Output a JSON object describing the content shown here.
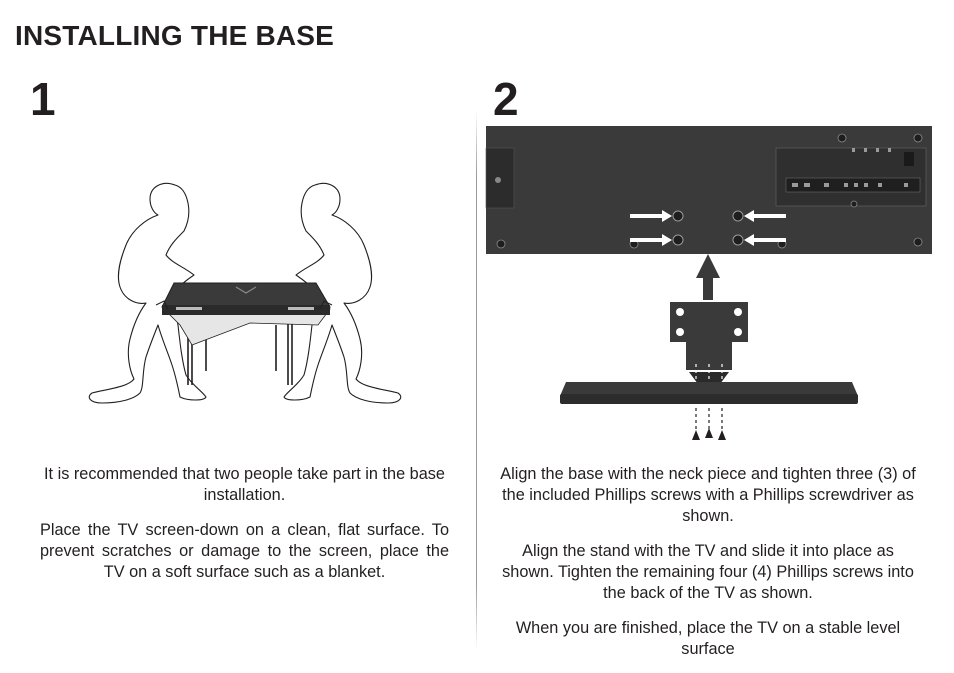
{
  "page": {
    "title": "INSTALLING THE BASE"
  },
  "step1": {
    "number": "1",
    "para1": "It is recommended that two people take part in the base installation.",
    "para2": "Place the TV screen-down on a clean, flat surface. To prevent scratches or damage to the screen, place the TV on a soft surface such as a blanket."
  },
  "step2": {
    "number": "2",
    "para1": "Align the base with the neck piece and tighten three (3) of the included Phillips screws with a Phillips screwdriver as shown.",
    "para2": "Align the stand with the TV and slide it into place as shown. Tighten the remaining four (4) Phillips screws into the back of the TV as shown.",
    "para3": "When you are finished, place the TV on a stable level surface"
  },
  "colors": {
    "text": "#231f20",
    "tv_back": "#3a3a3a",
    "divider": "#9a9a9a",
    "arrow": "#ffffff"
  }
}
